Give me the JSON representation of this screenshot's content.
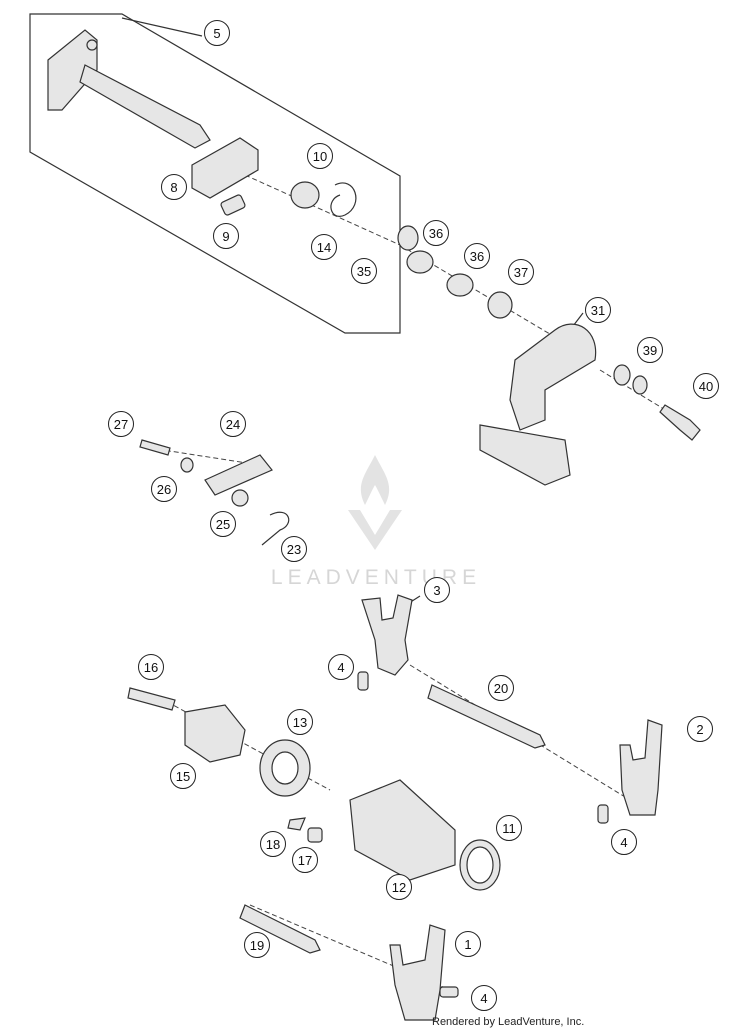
{
  "diagram": {
    "watermark_text": "LEADVENTURE",
    "credit_text": "Rendered by LeadVenture, Inc.",
    "line_color": "#333333",
    "fill_color": "#e6e6e6",
    "callouts": [
      "5",
      "8",
      "9",
      "10",
      "14",
      "35",
      "36",
      "36",
      "37",
      "31",
      "39",
      "40",
      "27",
      "24",
      "26",
      "25",
      "23",
      "3",
      "4",
      "20",
      "2",
      "16",
      "13",
      "15",
      "18",
      "17",
      "11",
      "12",
      "4",
      "19",
      "1",
      "4"
    ]
  }
}
